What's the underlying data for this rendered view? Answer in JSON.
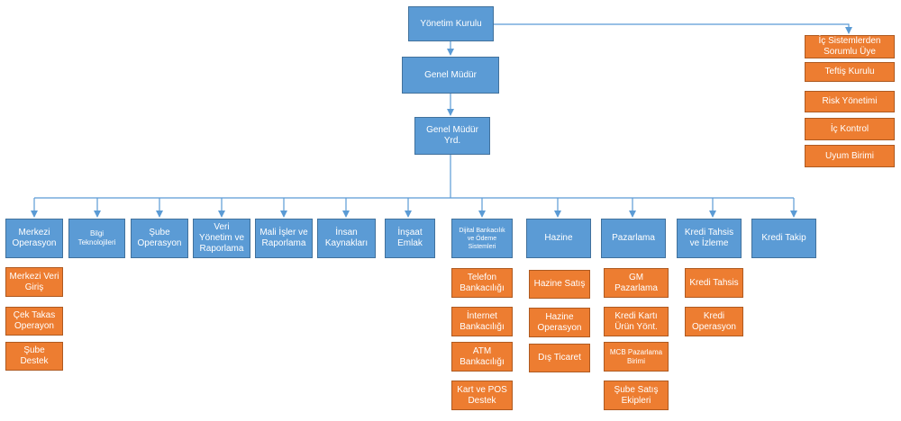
{
  "top": {
    "yonetim_kurulu": "Yönetim Kurulu",
    "genel_mudur": "Genel Müdür",
    "genel_mudur_yrd": "Genel Müdür Yrd."
  },
  "board_units": [
    "İç Sistemlerden Sorumlu Üye",
    "Teftiş Kurulu",
    "Risk Yönetimi",
    "İç Kontrol",
    "Uyum Birimi"
  ],
  "departments": [
    {
      "name": "Merkezi Operasyon",
      "units": [
        "Merkezi Veri Giriş",
        "Çek Takas Operayon",
        "Şube Destek"
      ]
    },
    {
      "name": "Bilgi Teknolojileri",
      "units": []
    },
    {
      "name": "Şube Operasyon",
      "units": []
    },
    {
      "name": "Veri Yönetim ve Raporlama",
      "units": []
    },
    {
      "name": "Mali İşler ve Raporlama",
      "units": []
    },
    {
      "name": "İnsan Kaynakları",
      "units": []
    },
    {
      "name": "İnşaat Emlak",
      "units": []
    },
    {
      "name": "Dijital Bankacılık ve Ödeme Sistemleri",
      "units": [
        "Telefon Bankacılığı",
        "İnternet Bankacılığı",
        "ATM Bankacılığı",
        "Kart ve POS Destek"
      ]
    },
    {
      "name": "Hazine",
      "units": [
        "Hazine Satış",
        "Hazine Operasyon",
        "Dış Ticaret"
      ]
    },
    {
      "name": "Pazarlama",
      "units": [
        "GM Pazarlama",
        "Kredi Kartı Ürün Yönt.",
        "MCB Pazarlama Birimi",
        "Şube Satış Ekipleri"
      ]
    },
    {
      "name": "Kredi Tahsis ve İzleme",
      "units": [
        "Kredi Tahsis",
        "Kredi Operasyon"
      ]
    },
    {
      "name": "Kredi Takip",
      "units": []
    }
  ],
  "colors": {
    "blue": "#5b9bd5",
    "orange": "#ed7d31",
    "line": "#5b9bd5"
  }
}
